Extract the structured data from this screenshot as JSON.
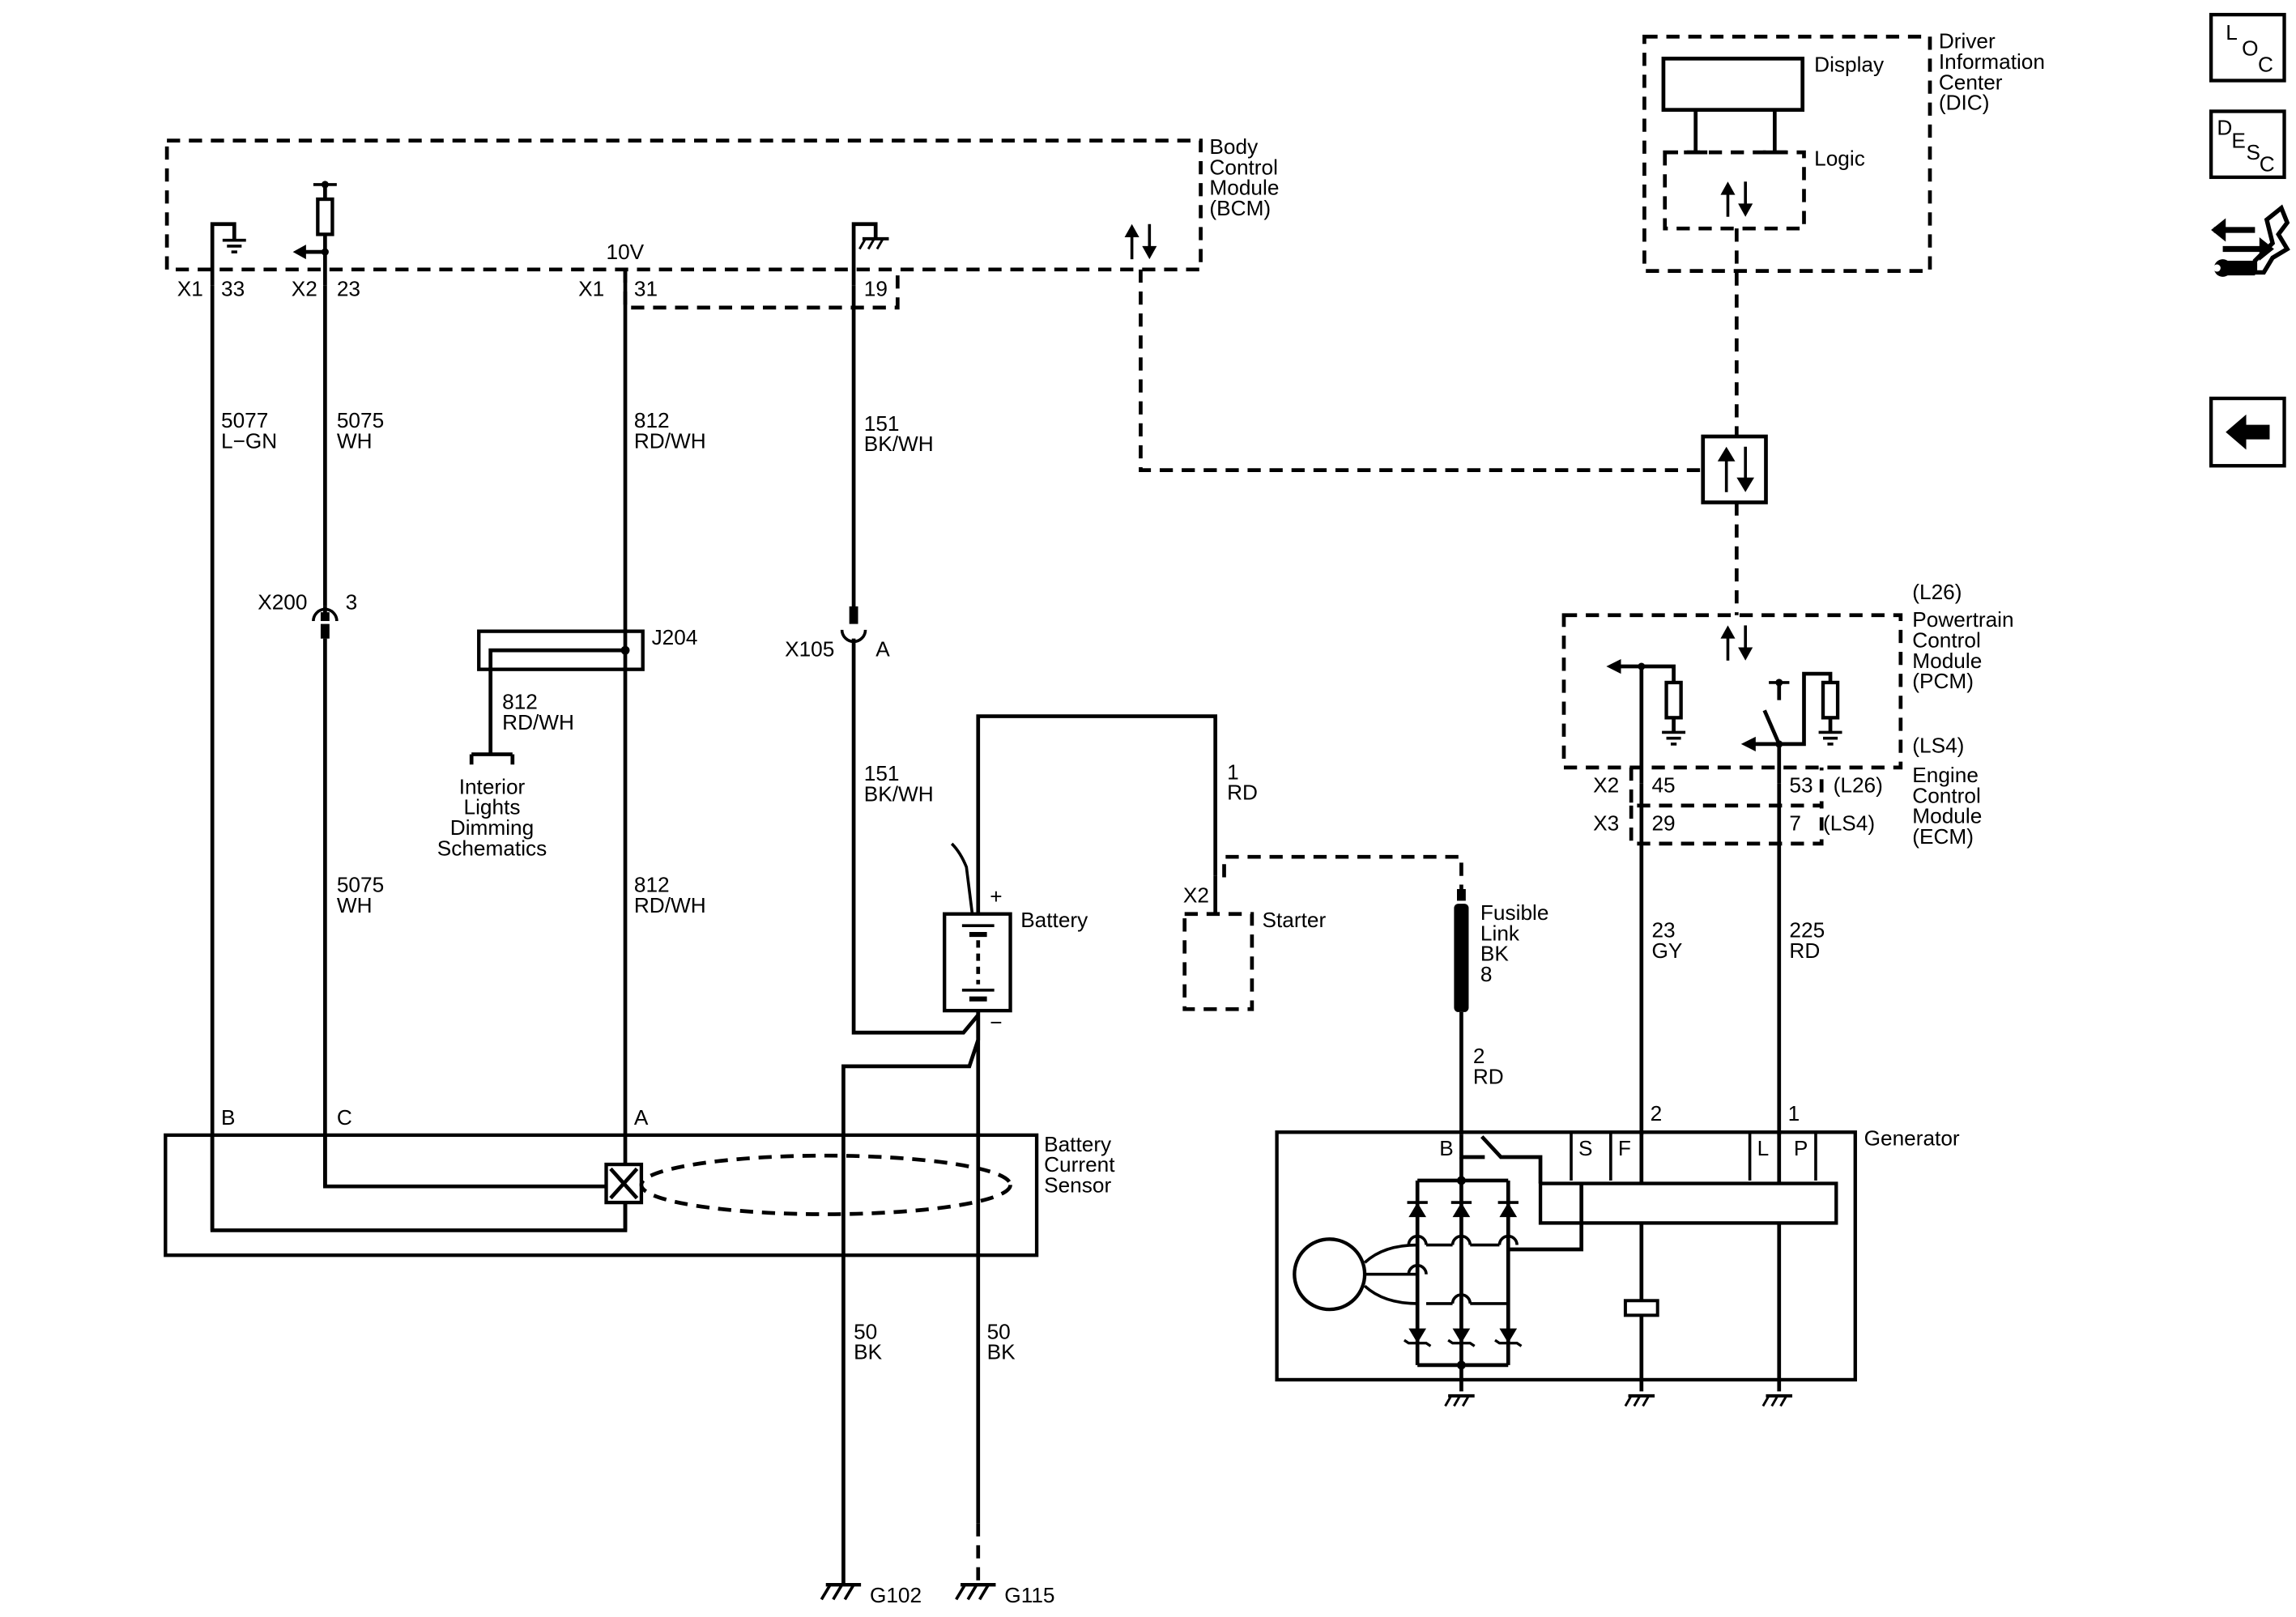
{
  "modules": {
    "bcm": {
      "lines": [
        "Body",
        "Control",
        "Module",
        "(BCM)"
      ],
      "voltage": "10V"
    },
    "dic": {
      "lines": [
        "Driver",
        "Information",
        "Center",
        "(DIC)"
      ],
      "display": "Display",
      "logic": "Logic"
    },
    "pcm": {
      "variant_top": "(L26)",
      "lines": [
        "Powertrain",
        "Control",
        "Module",
        "(PCM)"
      ],
      "variant_bottom": "(LS4)"
    },
    "ecm": {
      "lines": [
        "Engine",
        "Control",
        "Module",
        "(ECM)"
      ]
    },
    "bcs": {
      "lines": [
        "Battery",
        "Current",
        "Sensor"
      ]
    },
    "generator": {
      "label": "Generator"
    },
    "battery": {
      "label": "Battery",
      "plus": "+",
      "minus": "−"
    },
    "starter": {
      "label": "Starter"
    },
    "fusible_link": {
      "lines": [
        "Fusible",
        "Link",
        "BK",
        "8"
      ]
    },
    "interior": {
      "lines": [
        "Interior",
        "Lights",
        "Dimming",
        "Schematics"
      ]
    }
  },
  "connectors": {
    "bcm_x1_a": "X1",
    "bcm_pin_33": "33",
    "bcm_x2": "X2",
    "bcm_pin_23": "23",
    "bcm_x1_b": "X1",
    "bcm_pin_31": "31",
    "bcm_pin_19": "19",
    "x200": "X200",
    "x200_pin": "3",
    "x105": "X105",
    "x105_pin": "A",
    "j204": "J204",
    "starter_x2": "X2",
    "pcm_x2": "X2",
    "pcm_pin_45": "45",
    "pcm_pin_53": "53",
    "pcm_l26": "(L26)",
    "ecm_x3": "X3",
    "ecm_pin_29": "29",
    "ecm_pin_7": "7",
    "ecm_ls4": "(LS4)",
    "bcs_b": "B",
    "bcs_c": "C",
    "bcs_a": "A",
    "gen_pin_2": "2",
    "gen_pin_1": "1",
    "gen_B": "B",
    "gen_S": "S",
    "gen_F": "F",
    "gen_L": "L",
    "gen_P": "P"
  },
  "wires": {
    "w5077": {
      "num": "5077",
      "color": "L−GN"
    },
    "w5075_top": {
      "num": "5075",
      "color": "WH"
    },
    "w5075_bot": {
      "num": "5075",
      "color": "WH"
    },
    "w812_top": {
      "num": "812",
      "color": "RD/WH"
    },
    "w812_bot": {
      "num": "812",
      "color": "RD/WH"
    },
    "w812_j204": {
      "num": "812",
      "color": "RD/WH"
    },
    "w151_top": {
      "num": "151",
      "color": "BK/WH"
    },
    "w151_bot": {
      "num": "151",
      "color": "BK/WH"
    },
    "w1_rd": {
      "num": "1",
      "color": "RD"
    },
    "w2_rd": {
      "num": "2",
      "color": "RD"
    },
    "w23_gy": {
      "num": "23",
      "color": "GY"
    },
    "w225_rd": {
      "num": "225",
      "color": "RD"
    },
    "w50_a": {
      "num": "50",
      "color": "BK"
    },
    "w50_b": {
      "num": "50",
      "color": "BK"
    }
  },
  "grounds": {
    "g102": "G102",
    "g115": "G115"
  },
  "side_buttons": {
    "loc": [
      "L",
      "O",
      "C"
    ],
    "desc": [
      "D",
      "E",
      "S",
      "C"
    ]
  },
  "icons": {
    "loc": "loc-icon",
    "desc": "desc-icon",
    "tools": "wrench-arrows-icon",
    "back": "back-arrow-icon"
  }
}
